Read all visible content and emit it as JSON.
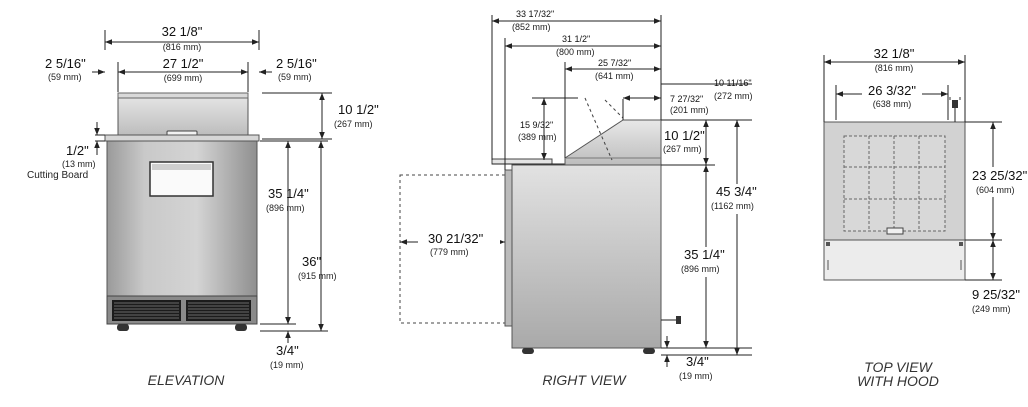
{
  "views": {
    "elevation": {
      "caption": "ELEVATION",
      "overall_width": "32 1/8\"",
      "overall_width_mm": "(816 mm)",
      "hood_width": "27 1/2\"",
      "hood_width_mm": "(699 mm)",
      "left_offset": "2 5/16\"",
      "left_offset_mm": "(59 mm)",
      "right_offset": "2 5/16\"",
      "right_offset_mm": "(59 mm)",
      "hood_height": "10 1/2\"",
      "hood_height_mm": "(267 mm)",
      "board_thickness": "1/2\"",
      "board_thickness_mm": "(13 mm)",
      "board_label": "Cutting Board",
      "work_height": "35 1/4\"",
      "work_height_mm": "(896 mm)",
      "total_height": "36\"",
      "total_height_mm": "(915 mm)",
      "caster_height": "3/4\"",
      "caster_height_mm": "(19 mm)"
    },
    "right_view": {
      "caption": "RIGHT VIEW",
      "depth_overall": "33 17/32\"",
      "depth_overall_mm": "(852 mm)",
      "depth_body": "31 1/2\"",
      "depth_body_mm": "(800 mm)",
      "depth_hood": "25 7/32\"",
      "depth_hood_mm": "(641 mm)",
      "hood_top": "10 11/16\"",
      "hood_top_mm": "(272 mm)",
      "hood_lid": "7 27/32\"",
      "hood_lid_mm": "(201 mm)",
      "lid_open": "15 9/32\"",
      "lid_open_mm": "(389 mm)",
      "hood_height": "10 1/2\"",
      "hood_height_mm": "(267 mm)",
      "door_swing": "30 21/32\"",
      "door_swing_mm": "(779 mm)",
      "overall_height": "45 3/4\"",
      "overall_height_mm": "(1162 mm)",
      "work_height": "35 1/4\"",
      "work_height_mm": "(896 mm)",
      "caster_height": "3/4\"",
      "caster_height_mm": "(19 mm)"
    },
    "top_view": {
      "caption_line1": "TOP VIEW",
      "caption_line2": "WITH HOOD",
      "overall_width": "32 1/8\"",
      "overall_width_mm": "(816 mm)",
      "hood_width": "26 3/32\"",
      "hood_width_mm": "(638 mm)",
      "pan_depth": "23 25/32\"",
      "pan_depth_mm": "(604 mm)",
      "front_depth": "9 25/32\"",
      "front_depth_mm": "(249 mm)"
    }
  }
}
